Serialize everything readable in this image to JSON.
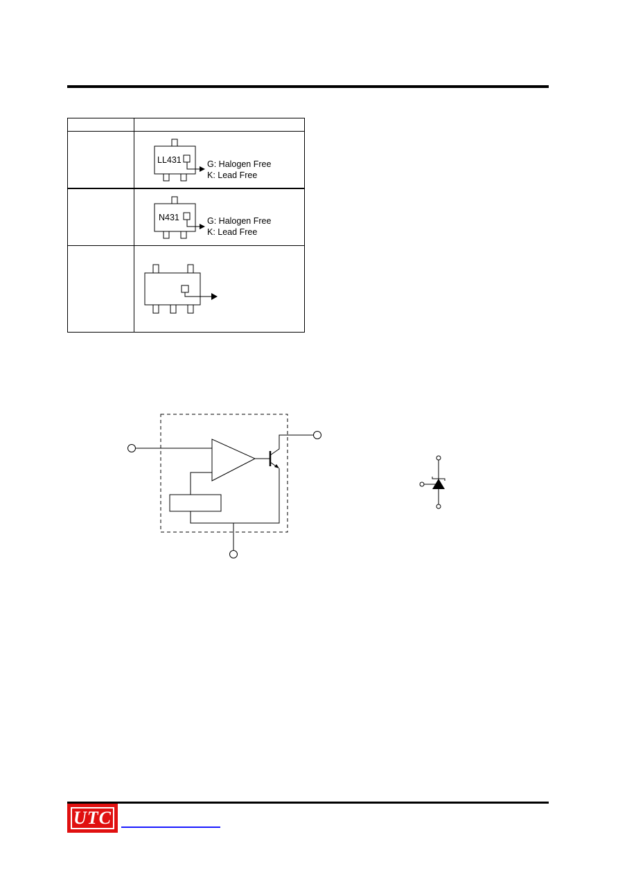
{
  "marking": {
    "row1": {
      "code": "LL431",
      "note_g": "G: Halogen Free",
      "note_k": "K: Lead Free"
    },
    "row2": {
      "code": "N431",
      "note_g": "G: Halogen Free",
      "note_k": "K: Lead Free"
    }
  },
  "footer": {
    "logo_text": "UTC"
  }
}
